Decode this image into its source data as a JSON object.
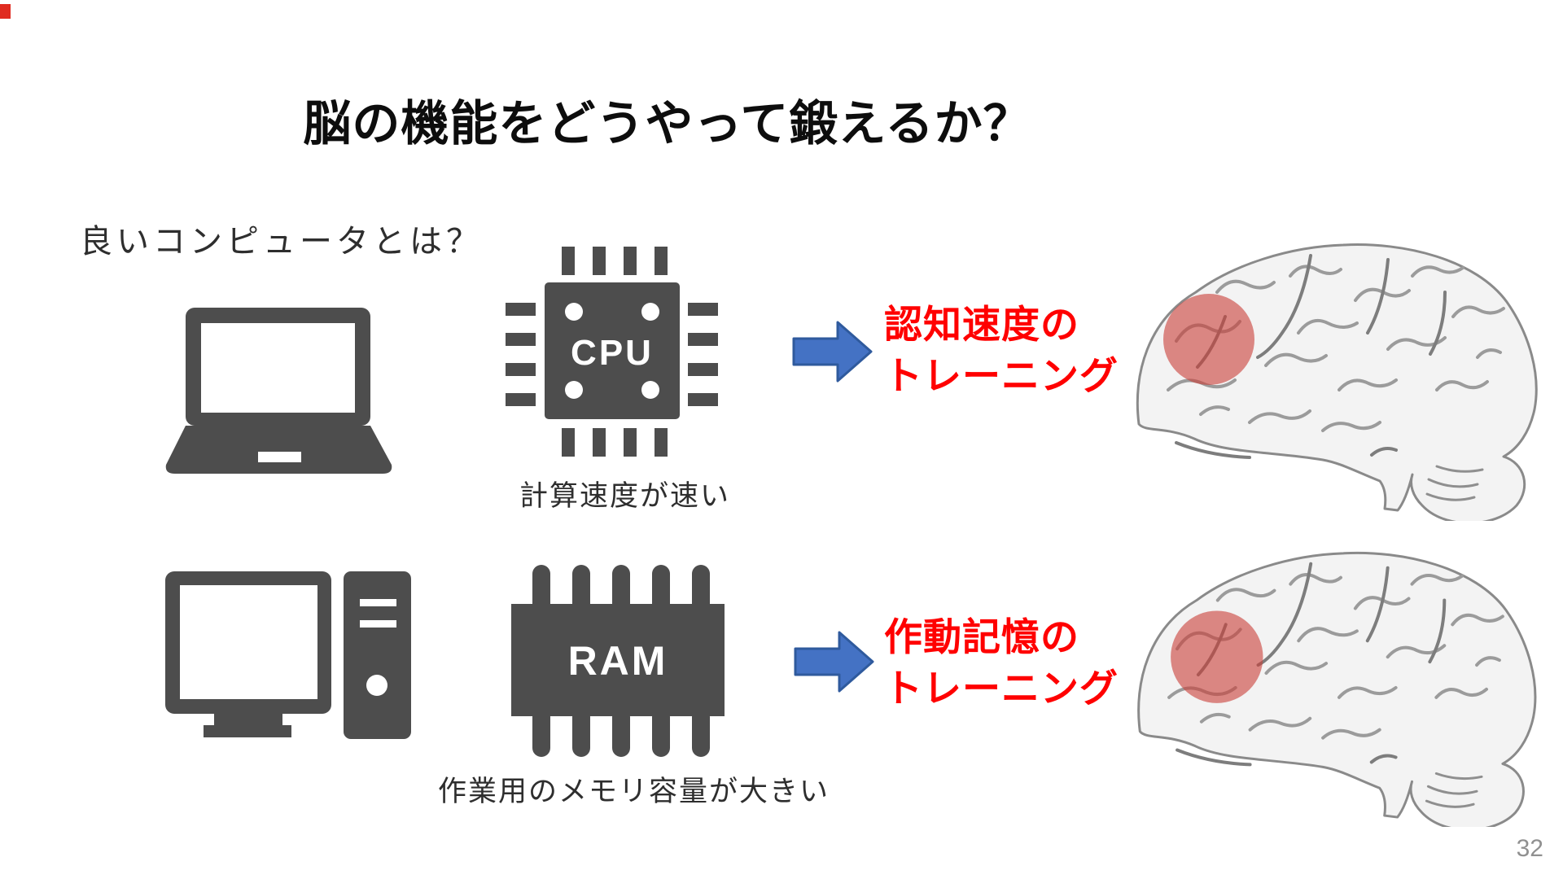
{
  "slide": {
    "title": "脳の機能をどうやって鍛えるか？",
    "subtitle": "良いコンピュータとは？",
    "page_number": "32",
    "rows": [
      {
        "computer_icon": "laptop-icon",
        "chip_icon": "cpu-chip-icon",
        "chip_label": "CPU",
        "caption": "計算速度が速い",
        "arrow_icon": "right-arrow-icon",
        "result_line1": "認知速度の",
        "result_line2": "トレーニング",
        "brain_image": "brain-with-frontal-red-highlight"
      },
      {
        "computer_icon": "desktop-computer-icon",
        "chip_icon": "ram-chip-icon",
        "chip_label": "RAM",
        "caption": "作業用のメモリ容量が大きい",
        "arrow_icon": "right-arrow-icon",
        "result_line1": "作動記憶の",
        "result_line2": "トレーニング",
        "brain_image": "brain-with-frontal-red-highlight"
      }
    ],
    "colors": {
      "icon_gray": "#4d4d4d",
      "arrow_fill": "#4472c4",
      "arrow_border": "#2f5a9d",
      "highlight_text_red": "#ff0000",
      "brain_region_red": "#c9423c",
      "page_number_gray": "#909090"
    }
  }
}
